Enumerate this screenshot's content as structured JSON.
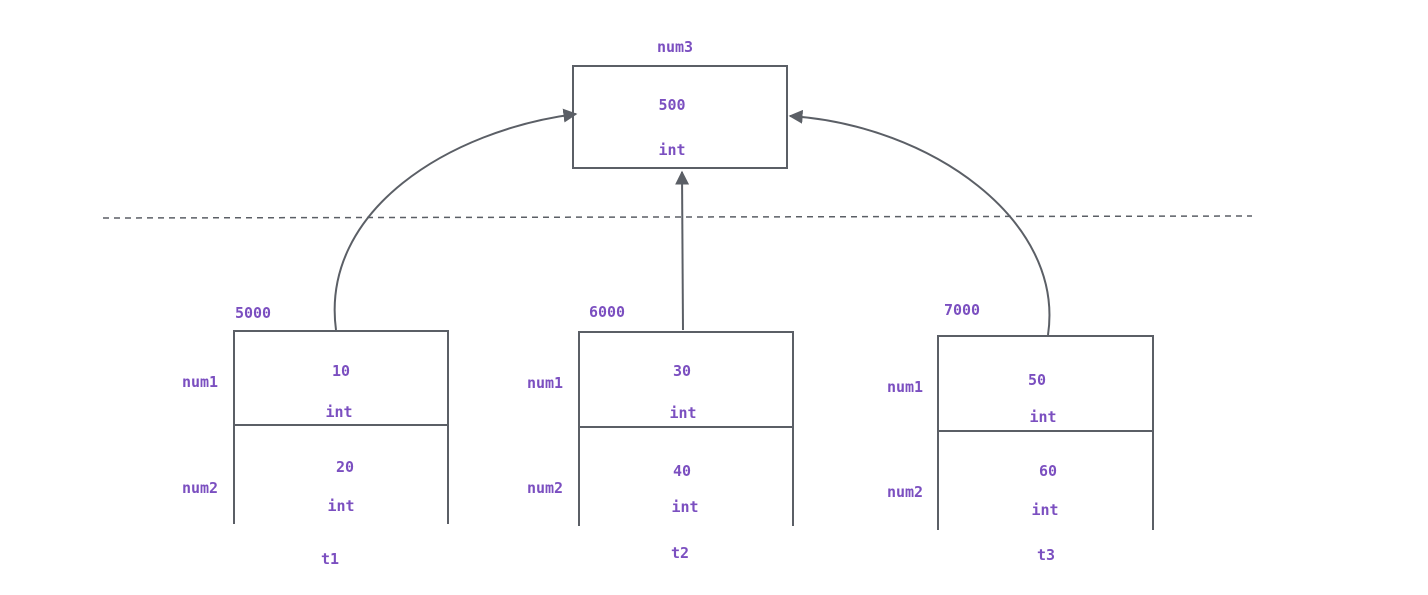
{
  "static": {
    "name": "num3",
    "value": "500",
    "type": "int"
  },
  "objects": [
    {
      "address": "5000",
      "ref": "t1",
      "fields": [
        {
          "name": "num1",
          "value": "10",
          "type": "int"
        },
        {
          "name": "num2",
          "value": "20",
          "type": "int"
        }
      ]
    },
    {
      "address": "6000",
      "ref": "t2",
      "fields": [
        {
          "name": "num1",
          "value": "30",
          "type": "int"
        },
        {
          "name": "num2",
          "value": "40",
          "type": "int"
        }
      ]
    },
    {
      "address": "7000",
      "ref": "t3",
      "fields": [
        {
          "name": "num1",
          "value": "50",
          "type": "int"
        },
        {
          "name": "num2",
          "value": "60",
          "type": "int"
        }
      ]
    }
  ],
  "colors": {
    "text": "#7b4fc0",
    "line": "#5b5f66"
  }
}
